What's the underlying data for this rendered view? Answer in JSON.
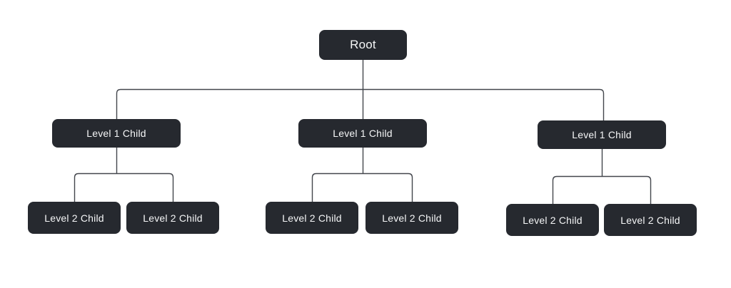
{
  "diagram": {
    "root": {
      "label": "Root"
    },
    "level1": [
      {
        "label": "Level 1 Child",
        "children": [
          {
            "label": "Level 2 Child"
          },
          {
            "label": "Level 2 Child"
          }
        ]
      },
      {
        "label": "Level 1 Child",
        "children": [
          {
            "label": "Level 2 Child"
          },
          {
            "label": "Level 2 Child"
          }
        ]
      },
      {
        "label": "Level 1 Child",
        "children": [
          {
            "label": "Level 2 Child"
          },
          {
            "label": "Level 2 Child"
          }
        ]
      }
    ]
  },
  "colors": {
    "node_background": "#26292f",
    "node_text": "#f5f6f7",
    "connector": "#43464c",
    "page_background": "#ffffff"
  }
}
